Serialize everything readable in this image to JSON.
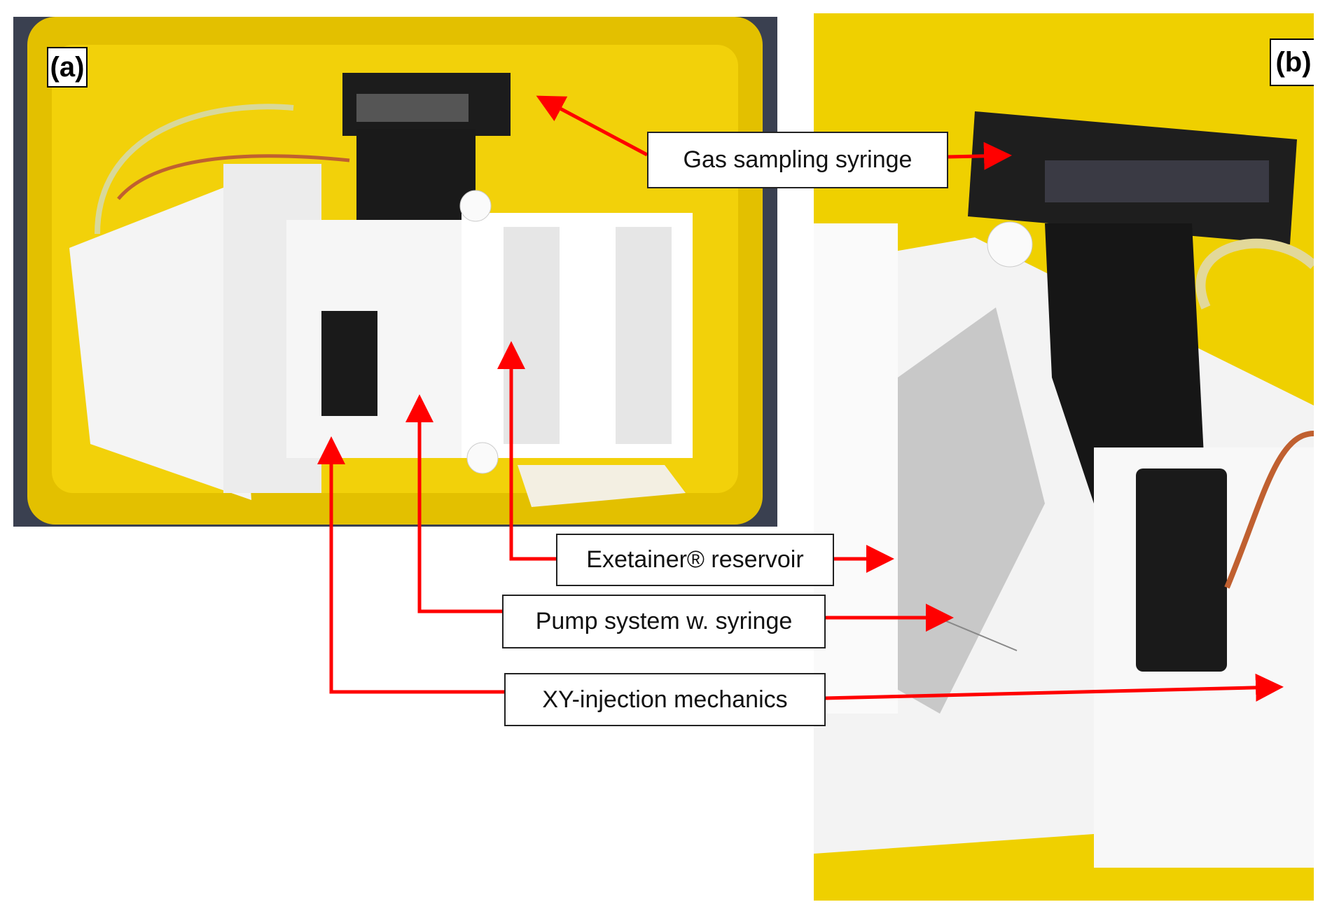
{
  "panels": {
    "a": "(a)",
    "b": "(b)"
  },
  "callouts": {
    "gas_syringe": "Gas sampling syringe",
    "exetainer": "Exetainer® reservoir",
    "pump": "Pump system w. syringe",
    "xy": "XY-injection mechanics"
  },
  "colors": {
    "arrow": "#ff0000",
    "case": "#f2d10a",
    "parts": "#f4f4f4",
    "dark": "#1a1a1a"
  }
}
